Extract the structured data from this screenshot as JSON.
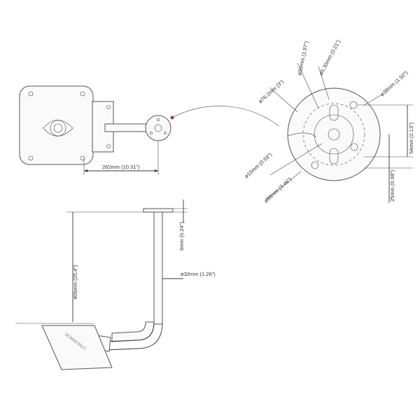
{
  "dimensions": {
    "arm_length": "262mm (10.31\")",
    "height": "406mm (25.4\")",
    "plate_thickness": "6mm (0.24\")",
    "tube_diameter": "ø32mm (1.26\")",
    "slot_width": "ø5.30mm (0.21\")",
    "inner_circle": "ø50mm (1.97\")",
    "bolt_circle": "ø76.2mm (3\")",
    "slot_radius": "ø38mm (1.50\")",
    "vertical_54": "54mm (2.13\")",
    "vertical_25": "25mm (0.98\")",
    "hole_diameter": "ø15mm (0.59\")",
    "flange_diameter": "ø88mm (3.46\")"
  },
  "brand": {
    "logo_text": "SCANSTRUT"
  },
  "colors": {
    "line": "#333333",
    "accent": "#c0392b"
  }
}
